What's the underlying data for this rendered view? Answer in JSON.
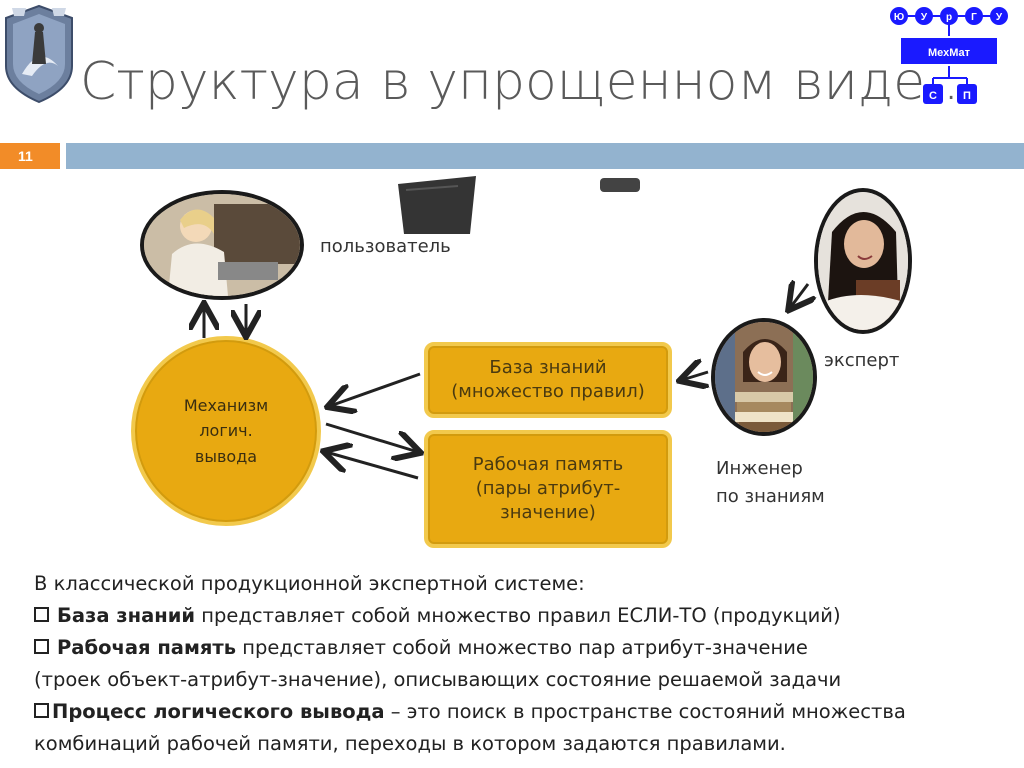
{
  "slide": {
    "title": "Структура в упрощенном виде…",
    "number": "11"
  },
  "diagram": {
    "user_label": "пользователь",
    "expert_label": "эксперт",
    "engineer_label_line1": "Инженер",
    "engineer_label_line2": "по знаниям",
    "engine_lines": [
      "Механизм",
      "логич.",
      "вывода"
    ],
    "kb_lines": [
      "База знаний",
      "(множество правил)"
    ],
    "wm_lines": [
      "Рабочая память",
      "(пары атрибут-",
      "значение)"
    ]
  },
  "text": {
    "intro": "В классической продукционной экспертной системе:",
    "b1_bold": "База знаний",
    "b1_rest": " представляет собой множество правил ЕСЛИ-ТО (продукций)",
    "b2_bold": "Рабочая память",
    "b2_rest": " представляет собой множество пар атрибут-значение",
    "b2_cont": "(троек объект-атрибут-значение), описывающих состояние решаемой задачи",
    "b3_bold": "Процесс логического вывода",
    "b3_rest": " – это поиск в пространстве состояний множества",
    "b3_cont": "комбинаций рабочей памяти, переходы в котором задаются правилами."
  },
  "logo_ugtu": {
    "letters": [
      "Ю",
      "У",
      "р",
      "Г",
      "У"
    ],
    "center": "МехМат",
    "bottom": [
      "С",
      "П"
    ]
  },
  "colors": {
    "accent_orange": "#f28c28",
    "band_blue": "#93b3cf",
    "gold": "#e8a911",
    "logo_blue": "#1a1aff"
  }
}
